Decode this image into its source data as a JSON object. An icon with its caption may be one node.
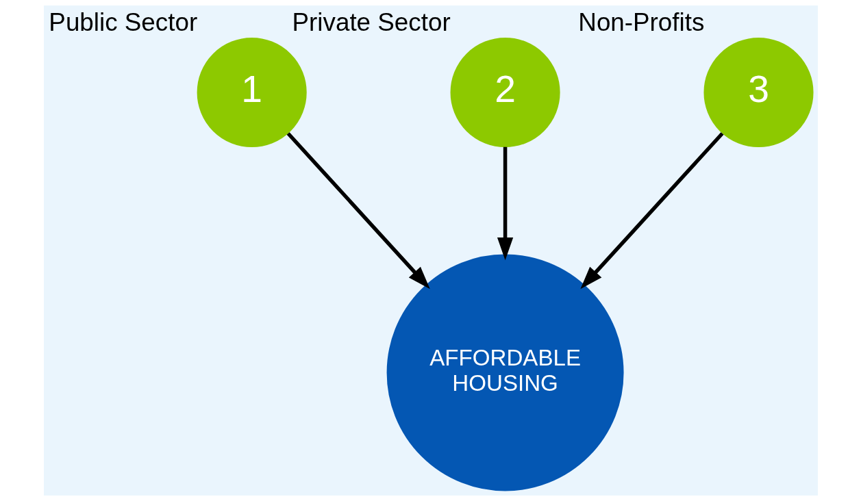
{
  "diagram": {
    "nodes": [
      {
        "text": [
          "Private Sector",
          "2"
        ]
      },
      {
        "text": [
          "1",
          "Public Sector"
        ]
      },
      {
        "text": [
          "3",
          "Non-Profits"
        ]
      },
      {
        "text": [
          "AFFORDABLE HOUSING"
        ]
      }
    ],
    "edges": [
      {
        "from": 1,
        "to": 3,
        "arrow": "to"
      },
      {
        "from": 0,
        "to": 3,
        "arrow": "to"
      },
      {
        "from": 2,
        "to": 3,
        "arrow": "to"
      }
    ]
  }
}
